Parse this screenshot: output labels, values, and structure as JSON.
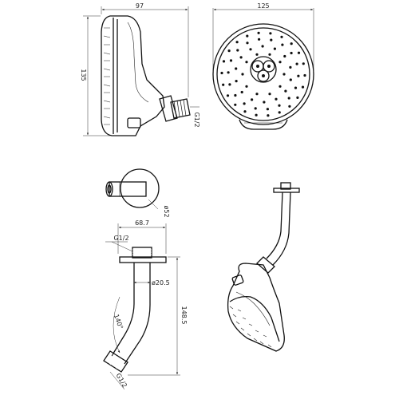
{
  "drawing": {
    "dims": {
      "side_width": "97",
      "side_height": "135",
      "side_thread": "G1/2",
      "front_diameter": "125",
      "flange_diameter": "ø52",
      "arm_reach": "68.7",
      "arm_top_thread": "G1/2",
      "arm_pipe_diameter": "ø20.5",
      "arm_height": "148.5",
      "arm_bend_angle": "140°",
      "arm_bottom_thread": "G1/2"
    }
  }
}
